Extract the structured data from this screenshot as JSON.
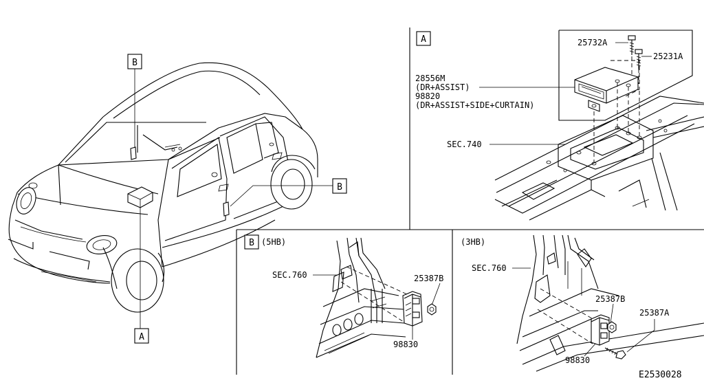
{
  "callouts": {
    "a": "A",
    "b": "B"
  },
  "panel_a": {
    "tag": "A",
    "part_bolt_1": "25732A",
    "part_bolt_2": "25231A",
    "part_module_line1": "28556M",
    "part_module_line2": "(DR+ASSIST)",
    "part_module_line3": "98820",
    "part_module_line4": "(DR+ASSIST+SIDE+CURTAIN)",
    "section_ref": "SEC.740"
  },
  "panel_b": {
    "tag": "B",
    "variant": "(5HB)",
    "section_ref": "SEC.760",
    "part_nut": "25387B",
    "part_sensor": "98830"
  },
  "panel_c": {
    "variant": "(3HB)",
    "section_ref": "SEC.760",
    "part_nut": "25387B",
    "part_bolt": "25387A",
    "part_sensor": "98830"
  },
  "diagram_id": "E2530028"
}
